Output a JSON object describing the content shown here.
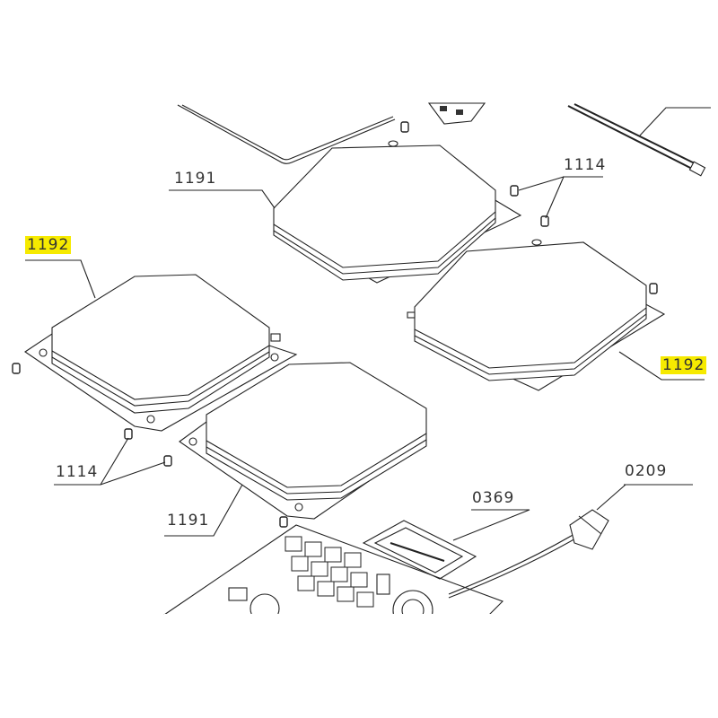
{
  "title": "Exploded parts diagram - induction hob",
  "highlight_color": "#f6ea00",
  "labels": {
    "plate_top": "1191",
    "plate_bottom": "1191",
    "plate_left": "1192",
    "plate_right": "1192",
    "screws_top": "1114",
    "screws_bottom": "1114",
    "control_part": "0369",
    "power_cord": "0209"
  }
}
